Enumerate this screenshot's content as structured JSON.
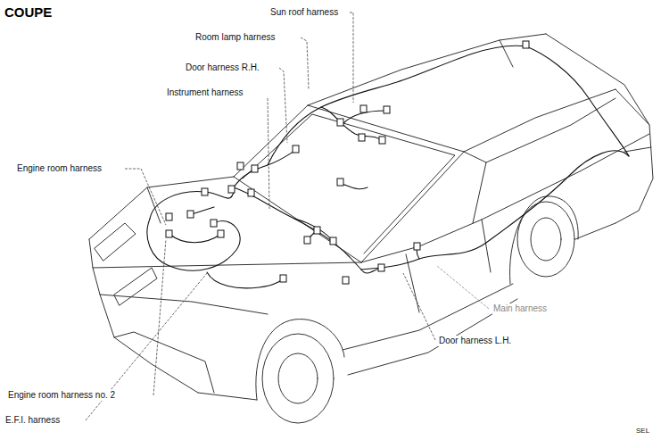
{
  "diagram": {
    "title": "COUPE",
    "labels": [
      "Sun roof harness",
      "Room lamp harness",
      "Door harness R.H.",
      "Instrument harness",
      "Engine room harness",
      "Main harness",
      "Door harness L.H.",
      "Engine room harness no. 2",
      "E.F.I. harness",
      "SEL"
    ]
  }
}
